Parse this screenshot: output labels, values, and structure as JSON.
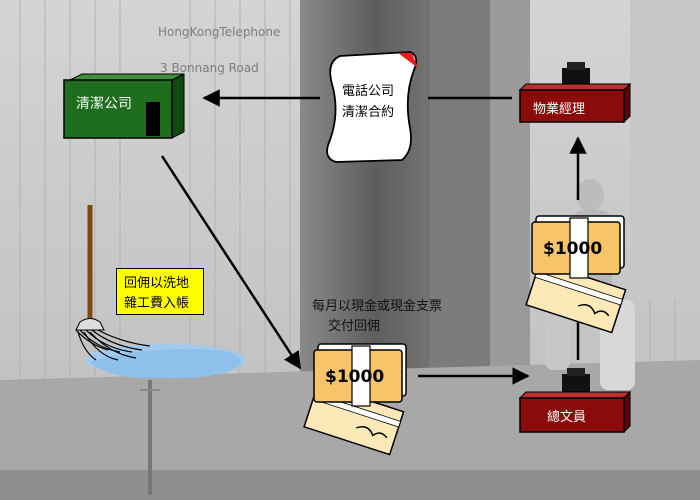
{
  "nodes": {
    "cleaning_company": "清潔公司",
    "property_manager": "物業經理",
    "general_clerk": "總文員"
  },
  "contract": {
    "line1": "電話公司",
    "line2": "清潔合約"
  },
  "payment_note": {
    "line1": "每月以現金或現金支票",
    "line2": "交付回佣"
  },
  "kickback_note": {
    "line1": "回佣以洗地",
    "line2": "雜工費入帳"
  },
  "cash_label": "$1000",
  "background_sign": {
    "line1": "HongKongTelephone",
    "line2": "3 Bonnang Road"
  },
  "colors": {
    "company_green": "#1e6e1e",
    "nameplate_red": "#8b0a0a",
    "note_yellow": "#ffff00",
    "cash_orange": "#f7c46a",
    "puddle_blue": "#9ecbf0",
    "contract_flag": "#e02020"
  }
}
